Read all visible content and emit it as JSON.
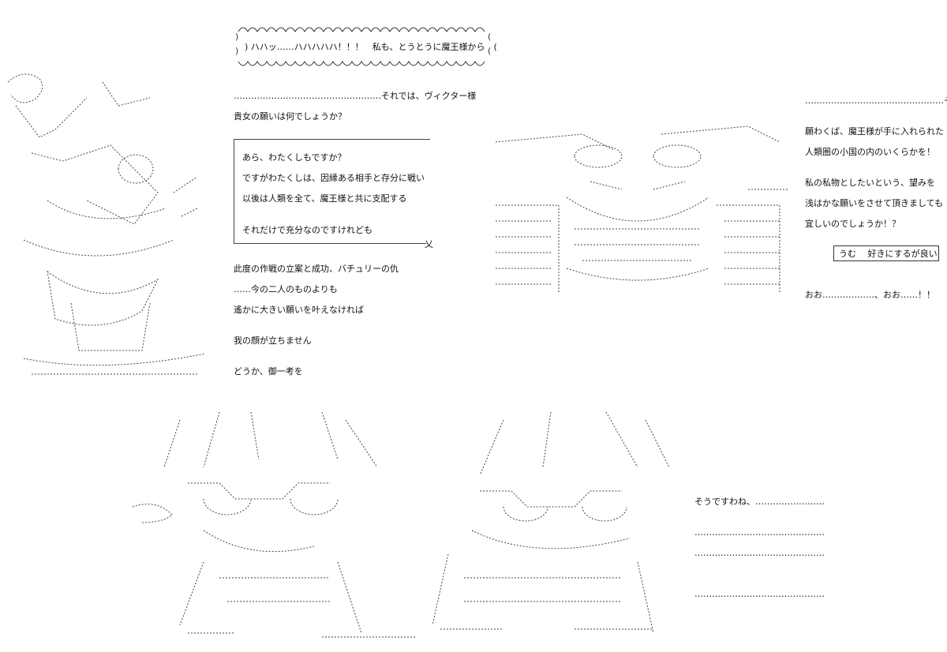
{
  "banner": {
    "text": ") ハハッ……ハハハハハ！！！　私も、とうとうに魔王様から　("
  },
  "victor_dialog": [
    "……………………………………………それでは、ヴィクター様",
    "貴女の願いは何でしょうか？"
  ],
  "lady_speech": [
    "あら、わたくしもですか？",
    "ですがわたくしは、因縁ある相手と存分に戦い",
    "以後は人類を全て、魔王様と共に支配する",
    "それだけで充分なのですけれども"
  ],
  "lady_speech_corner": "乂",
  "victor_followup": [
    "此度の作戦の立案と成功、バチュリーの仇",
    "……今の二人のものよりも",
    "遙かに大きい願いを叶えなければ",
    "我の顔が立ちません",
    "どうか、御一考を"
  ],
  "right_dialog": [
    "…………………………………………そして！",
    "願わくば、魔王様が手に入れられた",
    "人類圏の小国の内のいくらかを！",
    "私の私物としたいという、望みを",
    "浅はかな願いをさせて頂きましても",
    "宜しいのでしょうか！？"
  ],
  "reply_box": "うむ　 好きにするが良い",
  "right_exclaim": "おお………………、おお……！！",
  "bottom_dialog": [
    "そうですわね、……………………",
    "………………………………………",
    "………………………………………",
    "………………………………………"
  ]
}
